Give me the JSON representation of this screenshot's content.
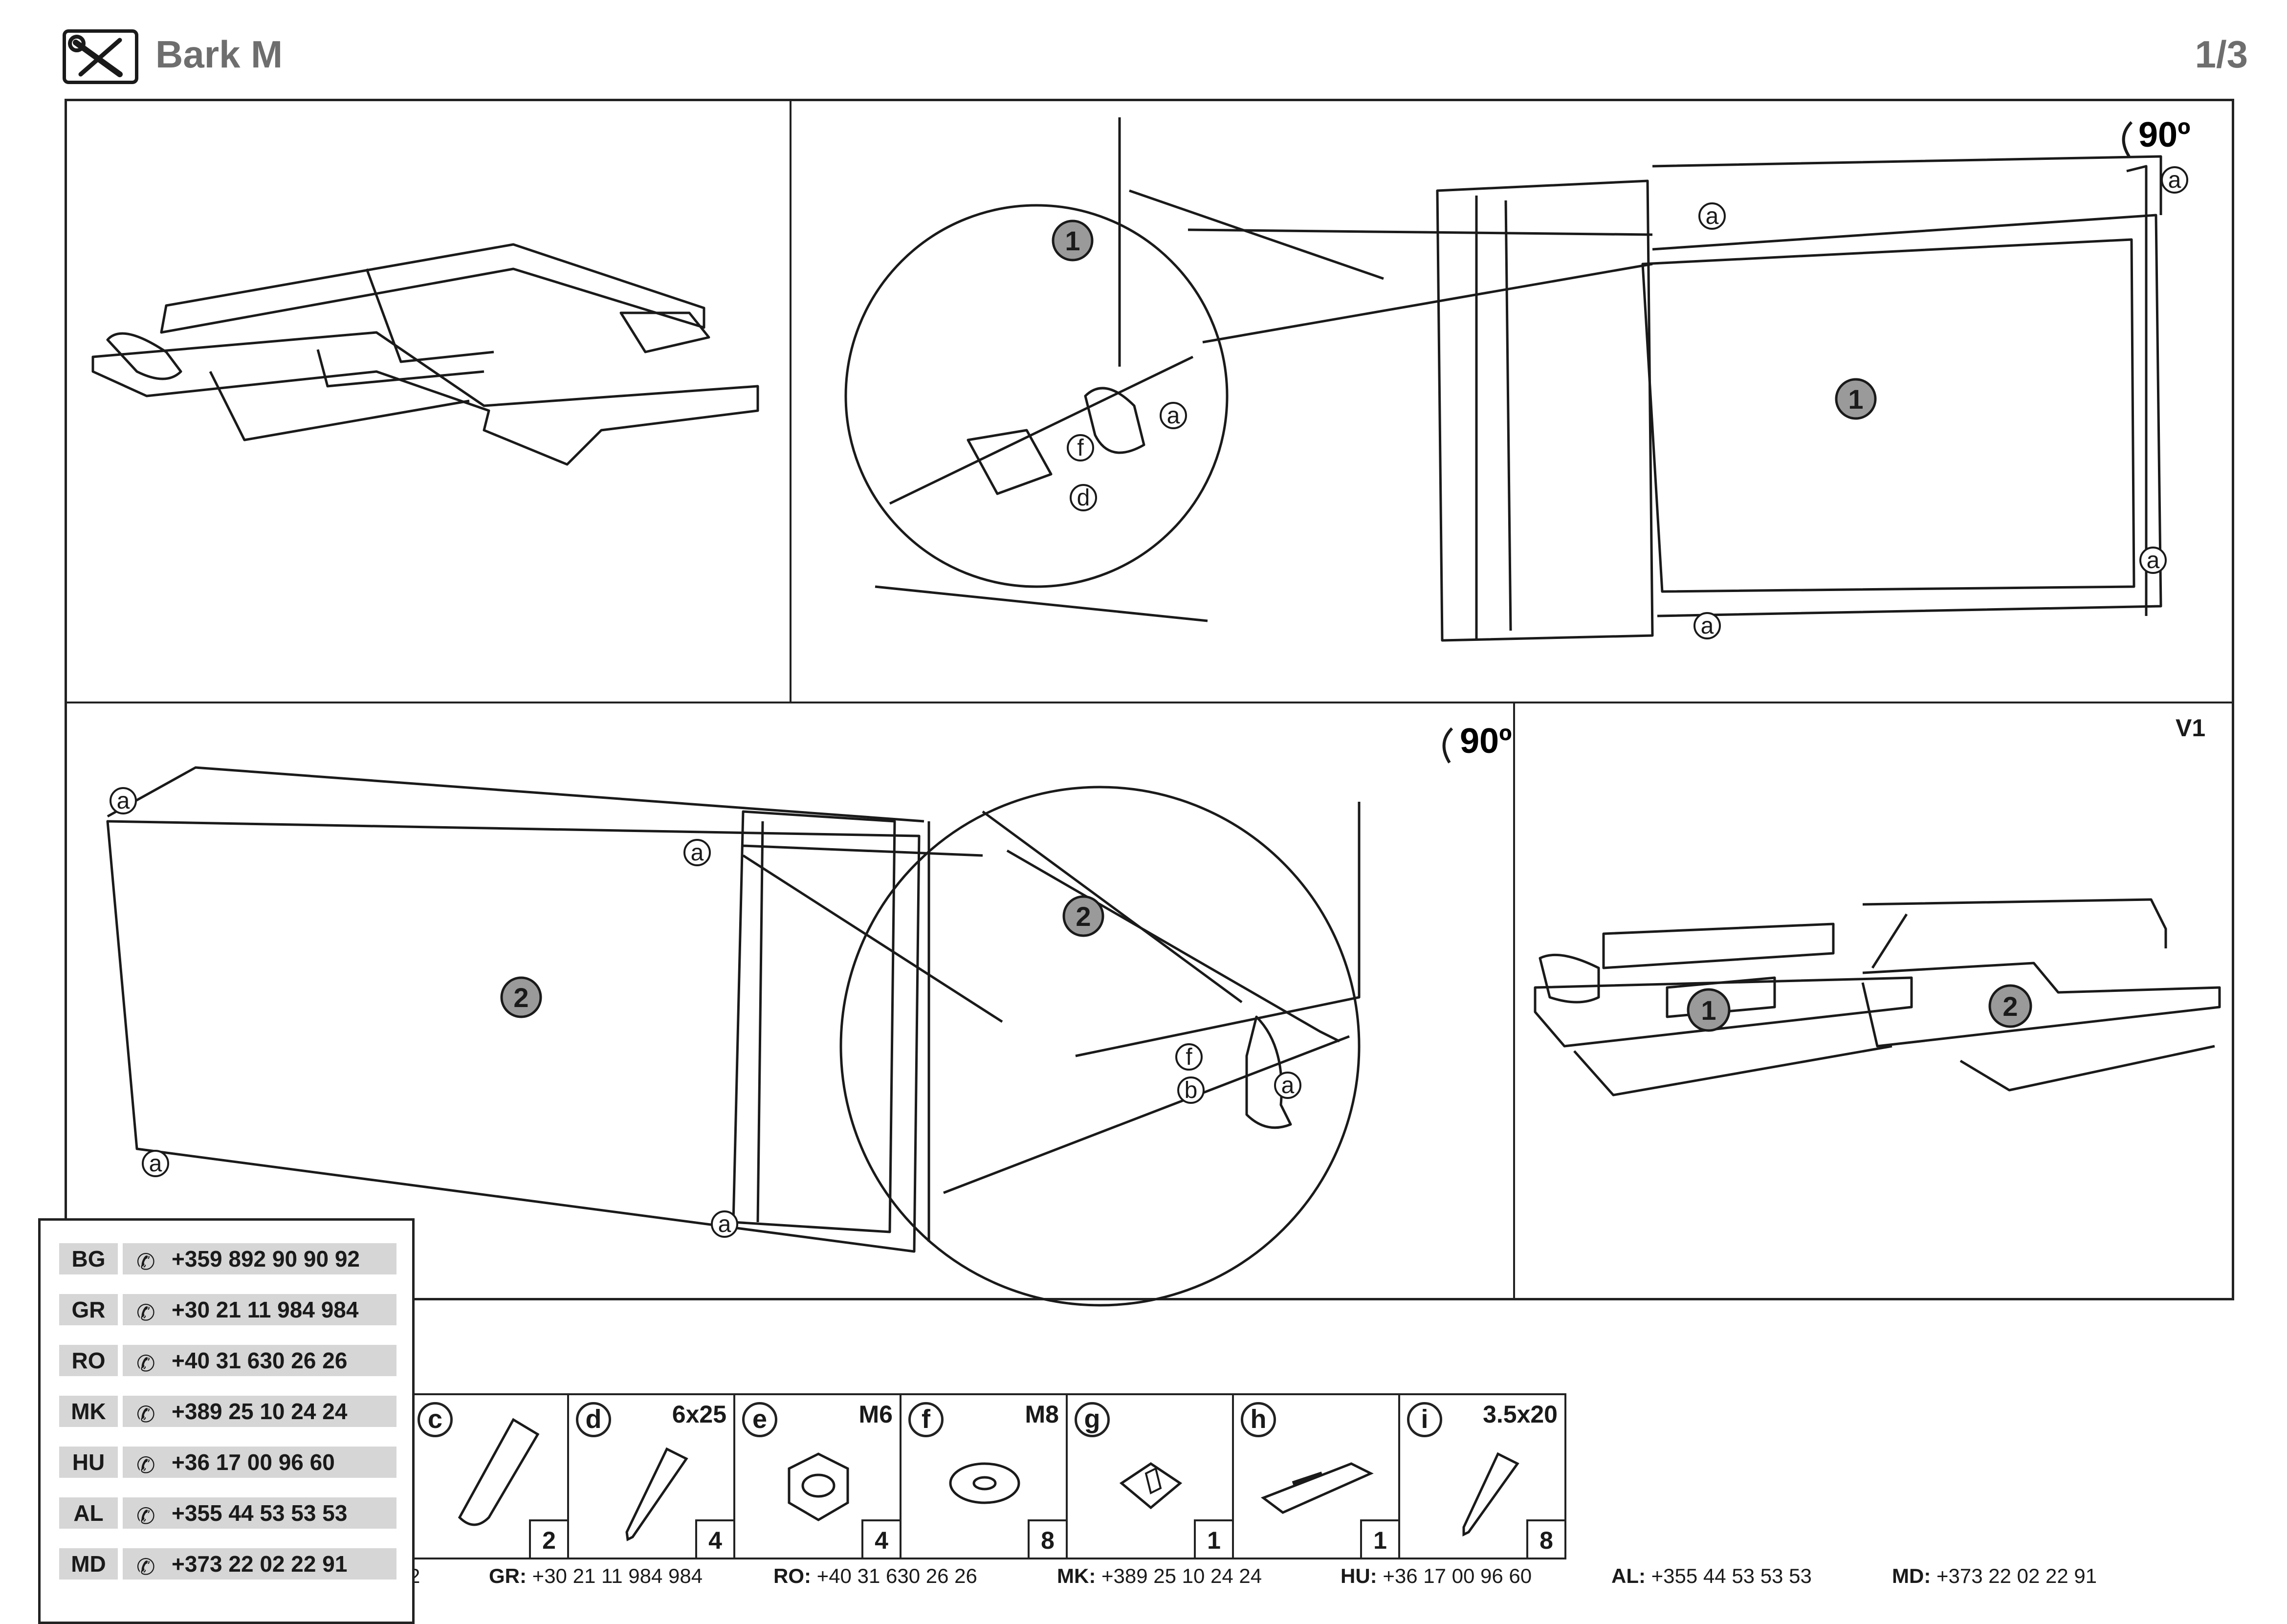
{
  "header": {
    "title": "Bark M",
    "page": "1/3",
    "icon": "tools-icon"
  },
  "steps": {
    "rotate_top": "90º",
    "rotate_bottom": "90º",
    "variant": "V1",
    "callouts": [
      "1",
      "2"
    ],
    "labels": {
      "a": "a",
      "b": "b",
      "d": "d",
      "f": "f"
    }
  },
  "hardware": [
    {
      "letter": "c",
      "size": "",
      "qty": "2"
    },
    {
      "letter": "d",
      "size": "6x25",
      "qty": "4"
    },
    {
      "letter": "e",
      "size": "M6",
      "qty": "4"
    },
    {
      "letter": "f",
      "size": "M8",
      "qty": "8"
    },
    {
      "letter": "g",
      "size": "",
      "qty": "1"
    },
    {
      "letter": "h",
      "size": "",
      "qty": "1"
    },
    {
      "letter": "i",
      "size": "3.5x20",
      "qty": "8"
    }
  ],
  "phones": [
    {
      "code": "BG",
      "number": "+359 892 90 90 92"
    },
    {
      "code": "GR",
      "number": "+30 21 11 984 984"
    },
    {
      "code": "RO",
      "number": "+40 31 630 26 26"
    },
    {
      "code": "MK",
      "number": "+389 25 10 24 24"
    },
    {
      "code": "HU",
      "number": "+36 17 00 96 60"
    },
    {
      "code": "AL",
      "number": "+355 44 53 53 53"
    },
    {
      "code": "MD",
      "number": "+373 22 02 22 91"
    }
  ],
  "footer": {
    "partial": "2",
    "items": [
      {
        "code": "GR:",
        "number": "+30 21 11 984 984"
      },
      {
        "code": "RO:",
        "number": "+40 31 630 26 26"
      },
      {
        "code": "MK:",
        "number": "+389 25 10 24 24"
      },
      {
        "code": "HU:",
        "number": "+36 17 00 96 60"
      },
      {
        "code": "AL:",
        "number": "+355 44 53 53 53"
      },
      {
        "code": "MD:",
        "number": "+373 22 02 22 91"
      }
    ]
  }
}
